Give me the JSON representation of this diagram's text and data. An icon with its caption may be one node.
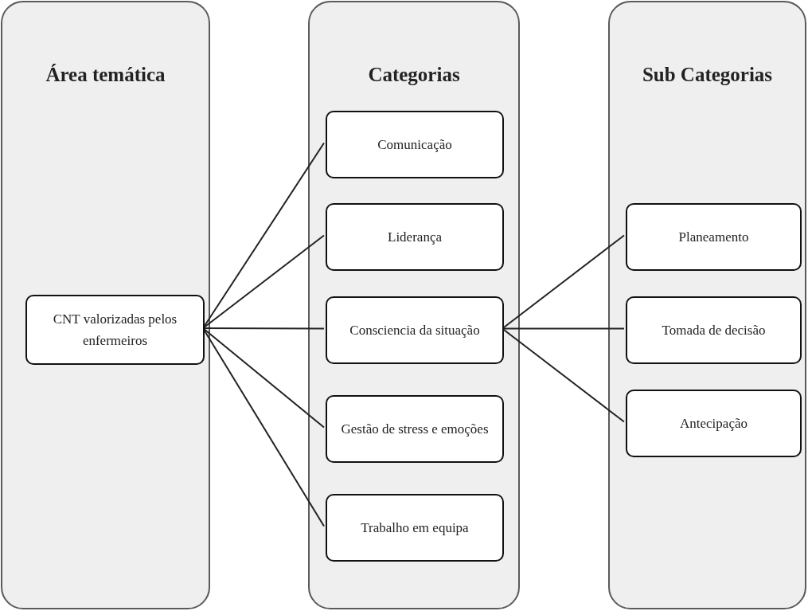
{
  "diagram": {
    "nodes": [
      {
        "text": [
          "Área temática"
        ]
      },
      {
        "text": [
          "Categorias"
        ]
      },
      {
        "text": [
          "Sub Categorias"
        ]
      },
      {
        "text": [
          "CNT valorizadas pelos enfermeiros"
        ],
        "in": 0
      },
      {
        "text": [
          "Comunicação"
        ],
        "in": 1
      },
      {
        "text": [
          "Liderança"
        ],
        "in": 1
      },
      {
        "text": [
          "Consciencia da situação"
        ],
        "in": 1
      },
      {
        "text": [
          "Gestão de stress e emoções"
        ],
        "in": 1
      },
      {
        "text": [
          "Trabalho em equipa"
        ],
        "in": 1
      },
      {
        "text": [
          "Planeamento"
        ],
        "in": 2
      },
      {
        "text": [
          "Tomada de decisão"
        ],
        "in": 2
      },
      {
        "text": [
          "Antecipação"
        ],
        "in": 2
      }
    ],
    "edges": [
      {
        "from": 3,
        "to": 4,
        "arrow": "none"
      },
      {
        "from": 3,
        "to": 5,
        "arrow": "none"
      },
      {
        "from": 3,
        "to": 6,
        "arrow": "none"
      },
      {
        "from": 3,
        "to": 7,
        "arrow": "none"
      },
      {
        "from": 3,
        "to": 8,
        "arrow": "none"
      },
      {
        "from": 6,
        "to": 9,
        "arrow": "none"
      },
      {
        "from": 6,
        "to": 10,
        "arrow": "none"
      },
      {
        "from": 6,
        "to": 11,
        "arrow": "none"
      }
    ]
  }
}
